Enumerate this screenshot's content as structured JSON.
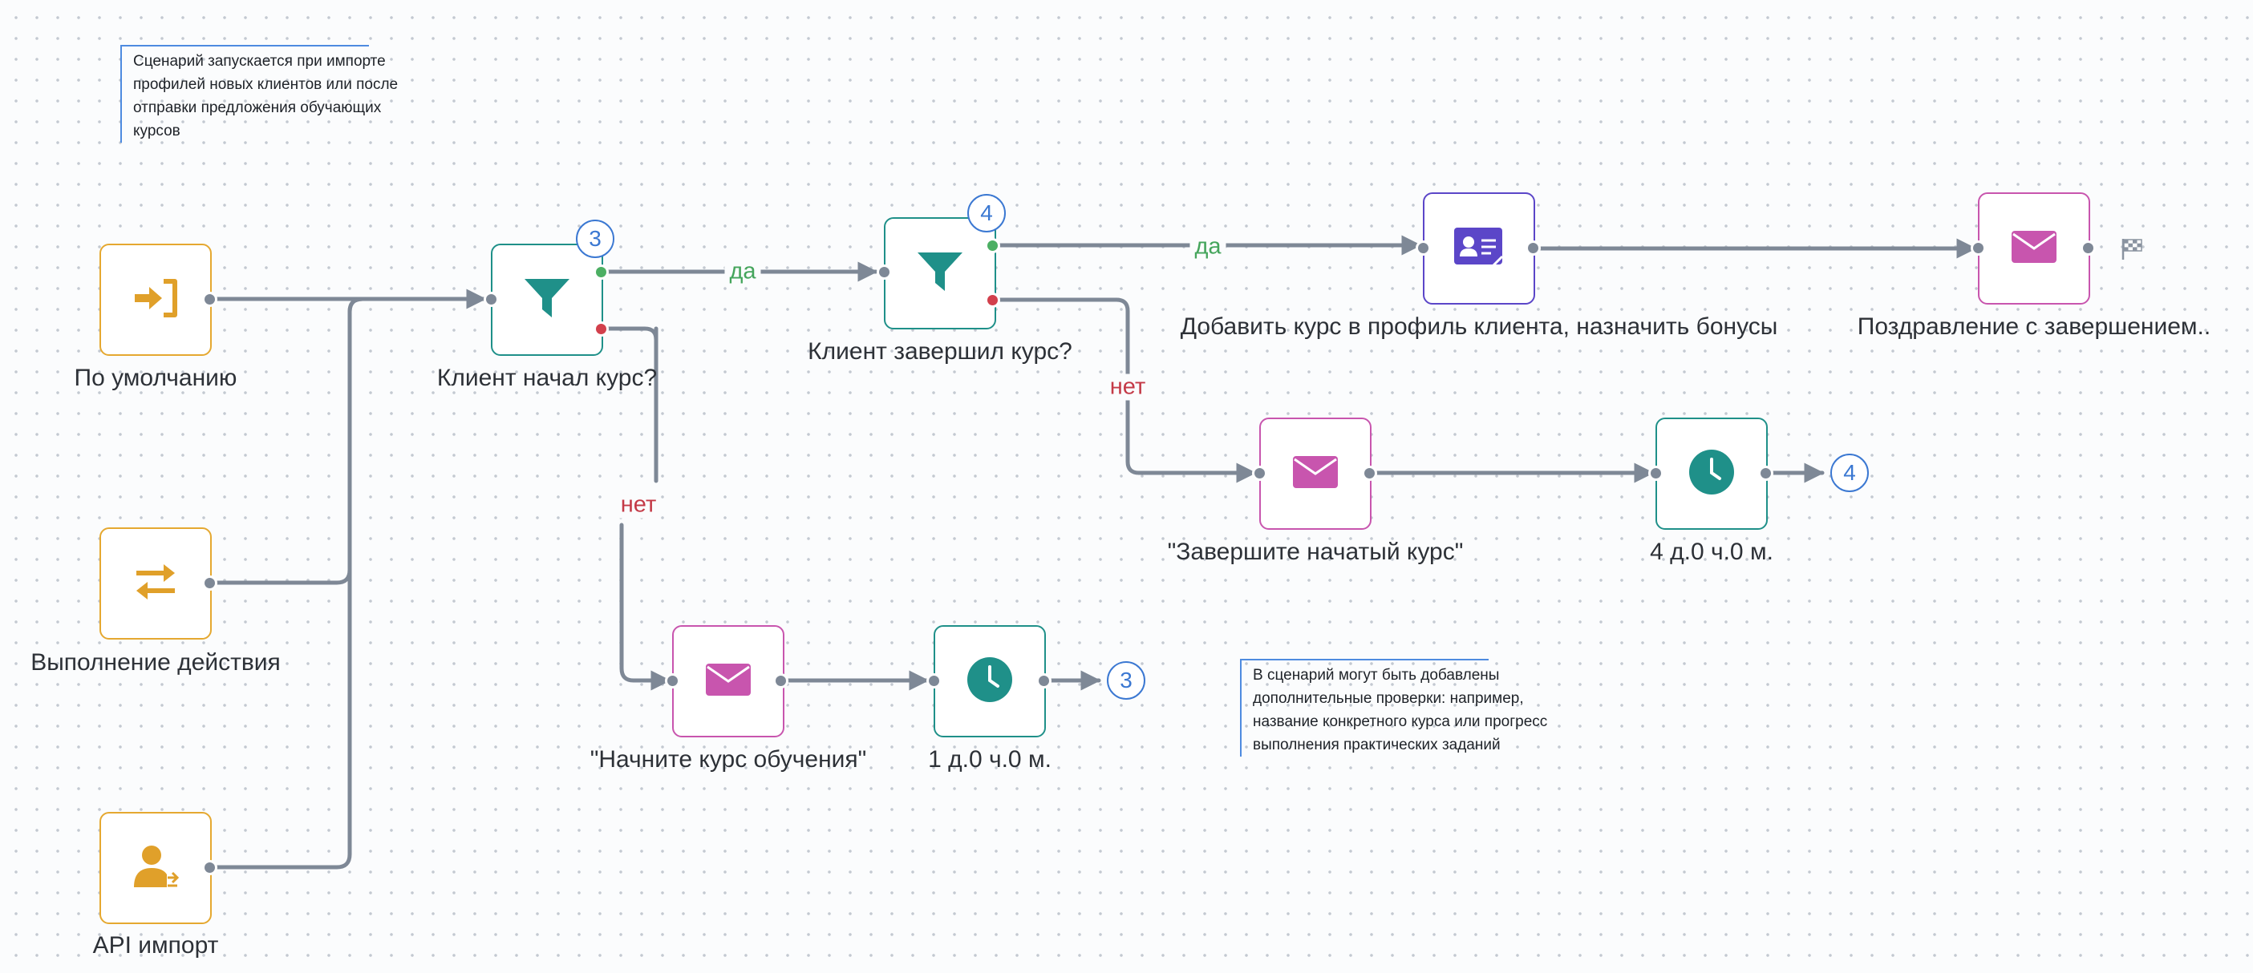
{
  "notes": {
    "intro": "Сценарий запускается при импорте профилей новых клиентов или после отправки предложения обучающих курсов",
    "extra": "В сценарий могут быть добавлены дополнительные проверки: например, название конкретного курса или прогресс выполнения практических заданий"
  },
  "triggers": {
    "default": "По умолчанию",
    "action": "Выполнение действия",
    "api": "API импорт"
  },
  "filters": {
    "started": "Клиент начал курс?",
    "finished": "Клиент завершил курс?"
  },
  "actions": {
    "add_course": "Добавить курс в профиль клиента, назначить бонусы",
    "congrats": "Поздравление с завершением..",
    "finish_started": "\"Завершите начатый курс\"",
    "start_course": "\"Начните курс обучения\""
  },
  "waits": {
    "four_days": "4 д.0 ч.0 м.",
    "one_day": "1 д.0 ч.0 м."
  },
  "edges": {
    "yes": "да",
    "no": "нет"
  },
  "badges": {
    "step3": "3",
    "step4": "4"
  },
  "icons": {
    "login": "login-icon",
    "swap": "swap-arrows-icon",
    "api_user": "user-import-icon",
    "filter": "funnel-icon",
    "mail": "envelope-icon",
    "clock": "clock-icon",
    "profile": "contact-card-icon",
    "finish": "checkered-flag-icon"
  },
  "colors": {
    "trigger": "#e5a830",
    "filter": "#1f9089",
    "mail": "#c855ae",
    "crm": "#5b46c8",
    "wire": "#7e8896",
    "yes": "#45a55c",
    "no": "#c43a47",
    "badge": "#3b78d2"
  }
}
